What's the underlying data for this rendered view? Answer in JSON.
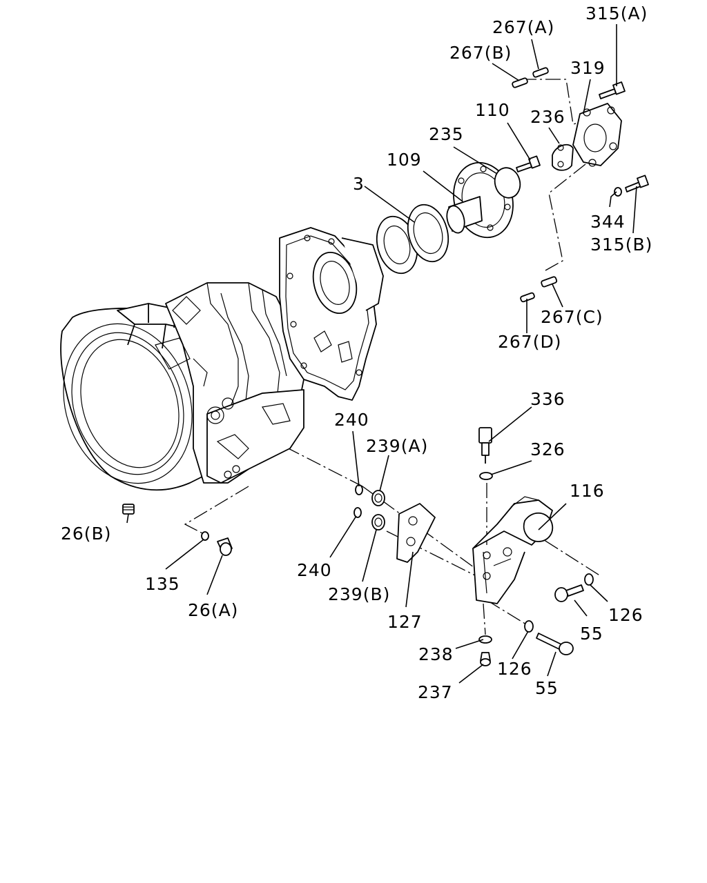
{
  "parts": [
    {
      "id": "p315a",
      "label": "315(A)"
    },
    {
      "id": "p267a",
      "label": "267(A)"
    },
    {
      "id": "p267b",
      "label": "267(B)"
    },
    {
      "id": "p319",
      "label": "319"
    },
    {
      "id": "p110",
      "label": "110"
    },
    {
      "id": "p236",
      "label": "236"
    },
    {
      "id": "p235",
      "label": "235"
    },
    {
      "id": "p109",
      "label": "109"
    },
    {
      "id": "p3",
      "label": "3"
    },
    {
      "id": "p344",
      "label": "344"
    },
    {
      "id": "p315b",
      "label": "315(B)"
    },
    {
      "id": "p267c",
      "label": "267(C)"
    },
    {
      "id": "p267d",
      "label": "267(D)"
    },
    {
      "id": "p336",
      "label": "336"
    },
    {
      "id": "p240a",
      "label": "240"
    },
    {
      "id": "p239a",
      "label": "239(A)"
    },
    {
      "id": "p326",
      "label": "326"
    },
    {
      "id": "p116",
      "label": "116"
    },
    {
      "id": "p26b",
      "label": "26(B)"
    },
    {
      "id": "p240b",
      "label": "240"
    },
    {
      "id": "p135",
      "label": "135"
    },
    {
      "id": "p239b",
      "label": "239(B)"
    },
    {
      "id": "p126a",
      "label": "126"
    },
    {
      "id": "p55a",
      "label": "55"
    },
    {
      "id": "p26a",
      "label": "26(A)"
    },
    {
      "id": "p127",
      "label": "127"
    },
    {
      "id": "p238",
      "label": "238"
    },
    {
      "id": "p126b",
      "label": "126"
    },
    {
      "id": "p237",
      "label": "237"
    },
    {
      "id": "p55b",
      "label": "55"
    }
  ]
}
